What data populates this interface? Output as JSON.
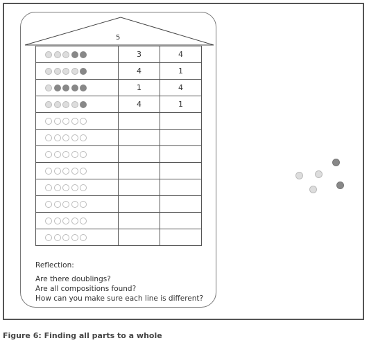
{
  "card": {
    "whole_number": "5",
    "rows": [
      {
        "beads": [
          "light",
          "light",
          "light",
          "dark",
          "dark"
        ],
        "part_a": "3",
        "part_b": "4"
      },
      {
        "beads": [
          "light",
          "light",
          "light",
          "light",
          "dark"
        ],
        "part_a": "4",
        "part_b": "1"
      },
      {
        "beads": [
          "light",
          "dark",
          "dark",
          "dark",
          "dark"
        ],
        "part_a": "1",
        "part_b": "4"
      },
      {
        "beads": [
          "light",
          "light",
          "light",
          "light",
          "dark"
        ],
        "part_a": "4",
        "part_b": "1"
      },
      {
        "beads": [
          "empty",
          "empty",
          "empty",
          "empty",
          "empty"
        ],
        "part_a": "",
        "part_b": ""
      },
      {
        "beads": [
          "empty",
          "empty",
          "empty",
          "empty",
          "empty"
        ],
        "part_a": "",
        "part_b": ""
      },
      {
        "beads": [
          "empty",
          "empty",
          "empty",
          "empty",
          "empty"
        ],
        "part_a": "",
        "part_b": ""
      },
      {
        "beads": [
          "empty",
          "empty",
          "empty",
          "empty",
          "empty"
        ],
        "part_a": "",
        "part_b": ""
      },
      {
        "beads": [
          "empty",
          "empty",
          "empty",
          "empty",
          "empty"
        ],
        "part_a": "",
        "part_b": ""
      },
      {
        "beads": [
          "empty",
          "empty",
          "empty",
          "empty",
          "empty"
        ],
        "part_a": "",
        "part_b": ""
      },
      {
        "beads": [
          "empty",
          "empty",
          "empty",
          "empty",
          "empty"
        ],
        "part_a": "",
        "part_b": ""
      },
      {
        "beads": [
          "empty",
          "empty",
          "empty",
          "empty",
          "empty"
        ],
        "part_a": "",
        "part_b": ""
      }
    ],
    "reflection": {
      "heading": "Reflection:",
      "questions": [
        "Are there doublings?",
        "Are all compositions found?",
        "How can you make sure each line is different?"
      ]
    }
  },
  "loose_beads": [
    "light",
    "light",
    "dark",
    "light",
    "dark"
  ],
  "colors": {
    "light": "#dddddd",
    "dark": "#888888",
    "border": "#555555"
  },
  "caption": "Figure 6: Finding all parts to a whole"
}
